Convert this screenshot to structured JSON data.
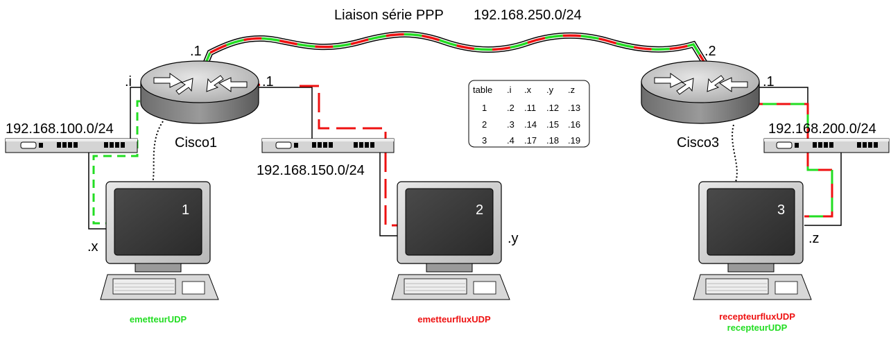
{
  "link": {
    "title": "Liaison série PPP",
    "network": "192.168.250.0/24",
    "cisco1_addr": ".1",
    "cisco3_addr": ".2"
  },
  "routers": {
    "cisco1": {
      "name": "Cisco1",
      "left_if": ".i",
      "right_if": ".1"
    },
    "cisco3": {
      "name": "Cisco3",
      "right_if": ".1"
    }
  },
  "networks": {
    "net100": "192.168.100.0/24",
    "net150": "192.168.150.0/24",
    "net200": "192.168.200.0/24"
  },
  "hosts": {
    "pc1": {
      "number": "1",
      "addr": ".x",
      "app": "emetteurUDP",
      "app_color": "#22dd22"
    },
    "pc2": {
      "number": "2",
      "addr": ".y",
      "app": "emetteurfluxUDP",
      "app_color": "#ee1111"
    },
    "pc3": {
      "number": "3",
      "addr": ".z",
      "app1": "recepteurfluxUDP",
      "app1_color": "#ee1111",
      "app2": "recepteurUDP",
      "app2_color": "#22dd22"
    }
  },
  "table": {
    "header": [
      "table",
      ".i",
      ".x",
      ".y",
      ".z"
    ],
    "rows": [
      [
        "1",
        ".2",
        ".11",
        ".12",
        ".13"
      ],
      [
        "2",
        ".3",
        ".14",
        ".15",
        ".16"
      ],
      [
        "3",
        ".4",
        ".17",
        ".18",
        ".19"
      ]
    ]
  },
  "colors": {
    "flow_red": "#ee1111",
    "flow_green": "#22dd22"
  }
}
